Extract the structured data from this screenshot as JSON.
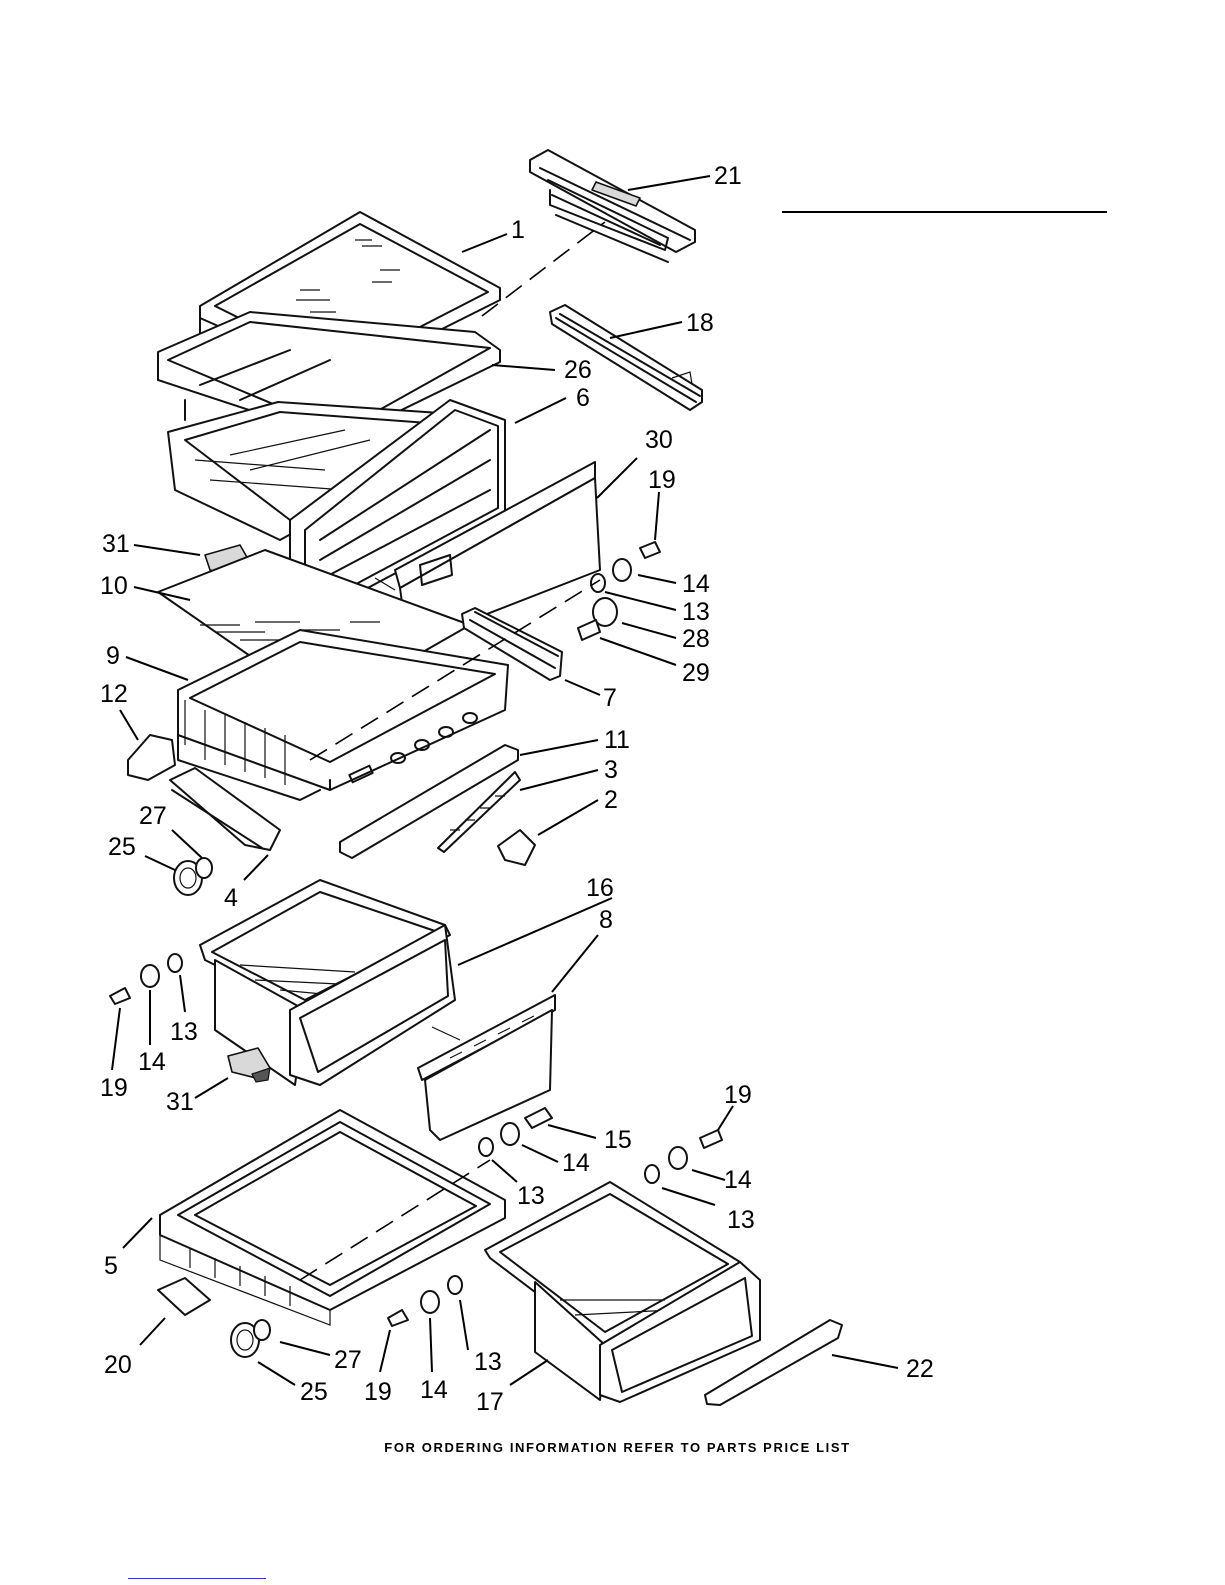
{
  "diagram": {
    "labels": [
      {
        "id": "l1",
        "text": "1"
      },
      {
        "id": "l21",
        "text": "21"
      },
      {
        "id": "l18",
        "text": "18"
      },
      {
        "id": "l26",
        "text": "26"
      },
      {
        "id": "l6",
        "text": "6"
      },
      {
        "id": "l30",
        "text": "30"
      },
      {
        "id": "l19a",
        "text": "19"
      },
      {
        "id": "l31a",
        "text": "31"
      },
      {
        "id": "l14a",
        "text": "14"
      },
      {
        "id": "l10",
        "text": "10"
      },
      {
        "id": "l13a",
        "text": "13"
      },
      {
        "id": "l28",
        "text": "28"
      },
      {
        "id": "l9",
        "text": "9"
      },
      {
        "id": "l29",
        "text": "29"
      },
      {
        "id": "l7",
        "text": "7"
      },
      {
        "id": "l12",
        "text": "12"
      },
      {
        "id": "l11",
        "text": "11"
      },
      {
        "id": "l3",
        "text": "3"
      },
      {
        "id": "l2",
        "text": "2"
      },
      {
        "id": "l27a",
        "text": "27"
      },
      {
        "id": "l25a",
        "text": "25"
      },
      {
        "id": "l4",
        "text": "4"
      },
      {
        "id": "l16",
        "text": "16"
      },
      {
        "id": "l8",
        "text": "8"
      },
      {
        "id": "l19b",
        "text": "19"
      },
      {
        "id": "l14b",
        "text": "14"
      },
      {
        "id": "l13b",
        "text": "13"
      },
      {
        "id": "l31b",
        "text": "31"
      },
      {
        "id": "l19c",
        "text": "19"
      },
      {
        "id": "l15",
        "text": "15"
      },
      {
        "id": "l14c",
        "text": "14"
      },
      {
        "id": "l14d",
        "text": "14"
      },
      {
        "id": "l13c",
        "text": "13"
      },
      {
        "id": "l13d",
        "text": "13"
      },
      {
        "id": "l5",
        "text": "5"
      },
      {
        "id": "l20",
        "text": "20"
      },
      {
        "id": "l27b",
        "text": "27"
      },
      {
        "id": "l13e",
        "text": "13"
      },
      {
        "id": "l22",
        "text": "22"
      },
      {
        "id": "l25b",
        "text": "25"
      },
      {
        "id": "l19d",
        "text": "19"
      },
      {
        "id": "l14e",
        "text": "14"
      },
      {
        "id": "l17",
        "text": "17"
      }
    ]
  },
  "footer": {
    "text": "FOR ORDERING INFORMATION REFER TO PARTS PRICE LIST"
  }
}
